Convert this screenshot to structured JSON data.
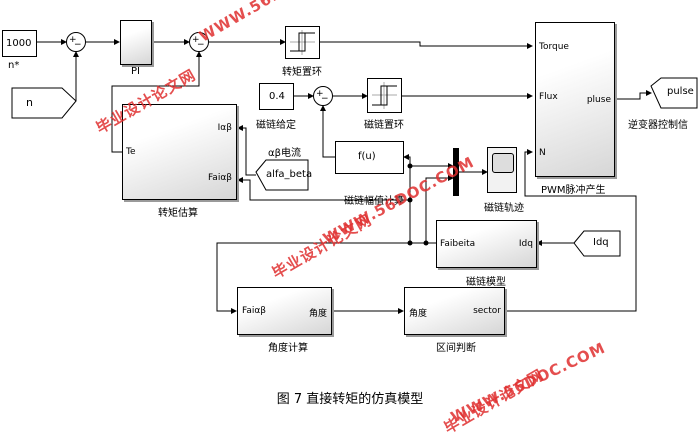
{
  "caption": "图 7 直接转矩的仿真模型",
  "blocks": {
    "const_1000": "1000",
    "const_1000_label": "n*",
    "in_n": "n",
    "pi_label": "PI",
    "torque_hyst_label": "转矩置环",
    "const_04": "0.4",
    "const_04_label": "磁链给定",
    "flux_hyst_label": "磁链置环",
    "torque_est": {
      "in_te": "Te",
      "in_iab": "Iαβ",
      "in_faiab": "Faiαβ",
      "label": "转矩估算"
    },
    "alpha_current_label": "αβ电流",
    "alfa_beta": "alfa_beta",
    "fcn": "f(u)",
    "fcn_label": "磁链幅值计算",
    "pwm": {
      "torque": "Torque",
      "flux": "Flux",
      "n": "N",
      "pluse": "pluse",
      "label": "PWM脉冲产生"
    },
    "pulse": "pulse",
    "pulse_label": "逆变器控制信",
    "scope_label": "磁链轨迹",
    "flux_model": {
      "in": "Faibeita",
      "out": "Idq",
      "label": "磁链模型"
    },
    "idq": "Idq",
    "angle_calc": {
      "in": "Faiαβ",
      "out": "角度",
      "label": "角度计算"
    },
    "sector": {
      "in": "角度",
      "out": "sector",
      "label": "区间判断"
    }
  },
  "watermarks": {
    "url": "WWW.56DOC.COM",
    "cn": "毕业设计论文网"
  }
}
